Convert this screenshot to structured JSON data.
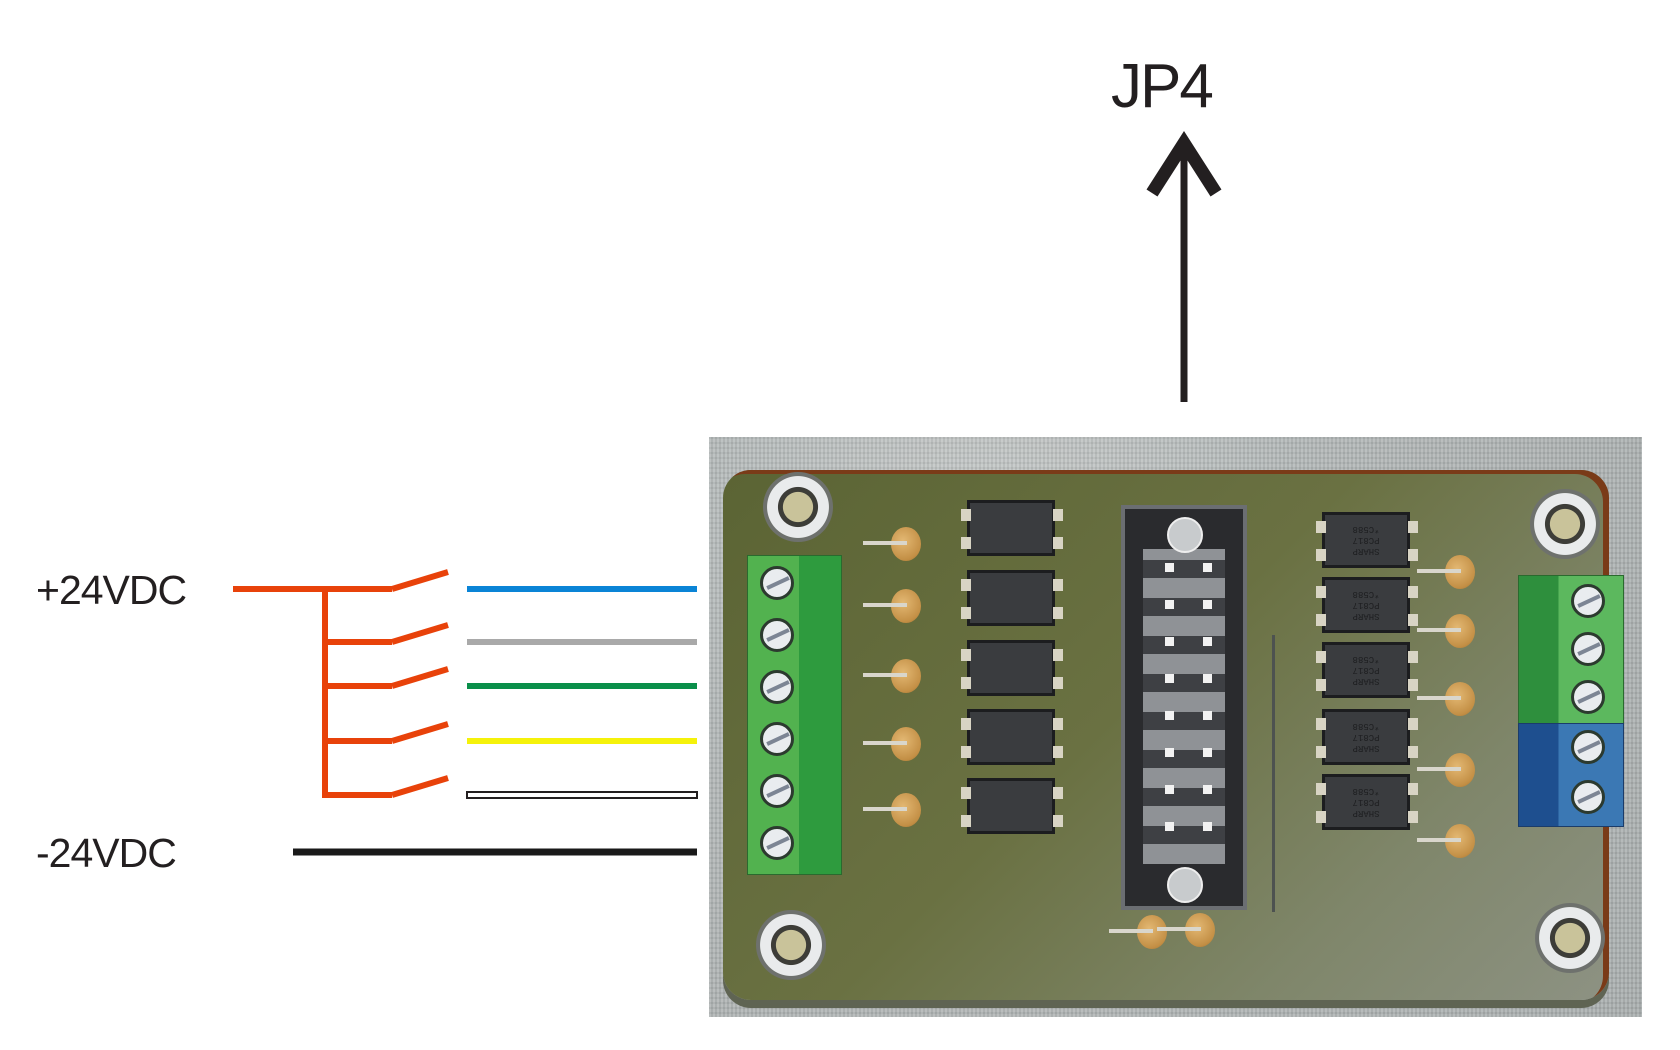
{
  "labels": {
    "positive_supply": "+24VDC",
    "negative_supply": "-24VDC",
    "connector": "JP4"
  },
  "colors": {
    "supply_bus": "#e8420a",
    "negative_wire": "#1a1a1a",
    "arrow": "#231f20"
  },
  "wires": [
    {
      "name": "input-1",
      "color": "#0a84d6",
      "style": "solid"
    },
    {
      "name": "input-2",
      "color": "#a9a9a9",
      "style": "solid"
    },
    {
      "name": "input-3",
      "color": "#0a8f4a",
      "style": "solid"
    },
    {
      "name": "input-4",
      "color": "#f5f20a",
      "style": "solid"
    },
    {
      "name": "input-5",
      "color": "#ffffff",
      "style": "outlined"
    }
  ],
  "switches": {
    "count": 5,
    "state": "open"
  },
  "board": {
    "left_terminal_screws": 6,
    "right_terminal_green_screws": 3,
    "right_terminal_blue_screws": 2,
    "left_optocouplers": 5,
    "right_optocouplers": 5,
    "optocoupler_marking": [
      "SHARP",
      "PC817",
      "*C588"
    ],
    "header_pin_rows": 8,
    "header_pin_cols": 2
  }
}
